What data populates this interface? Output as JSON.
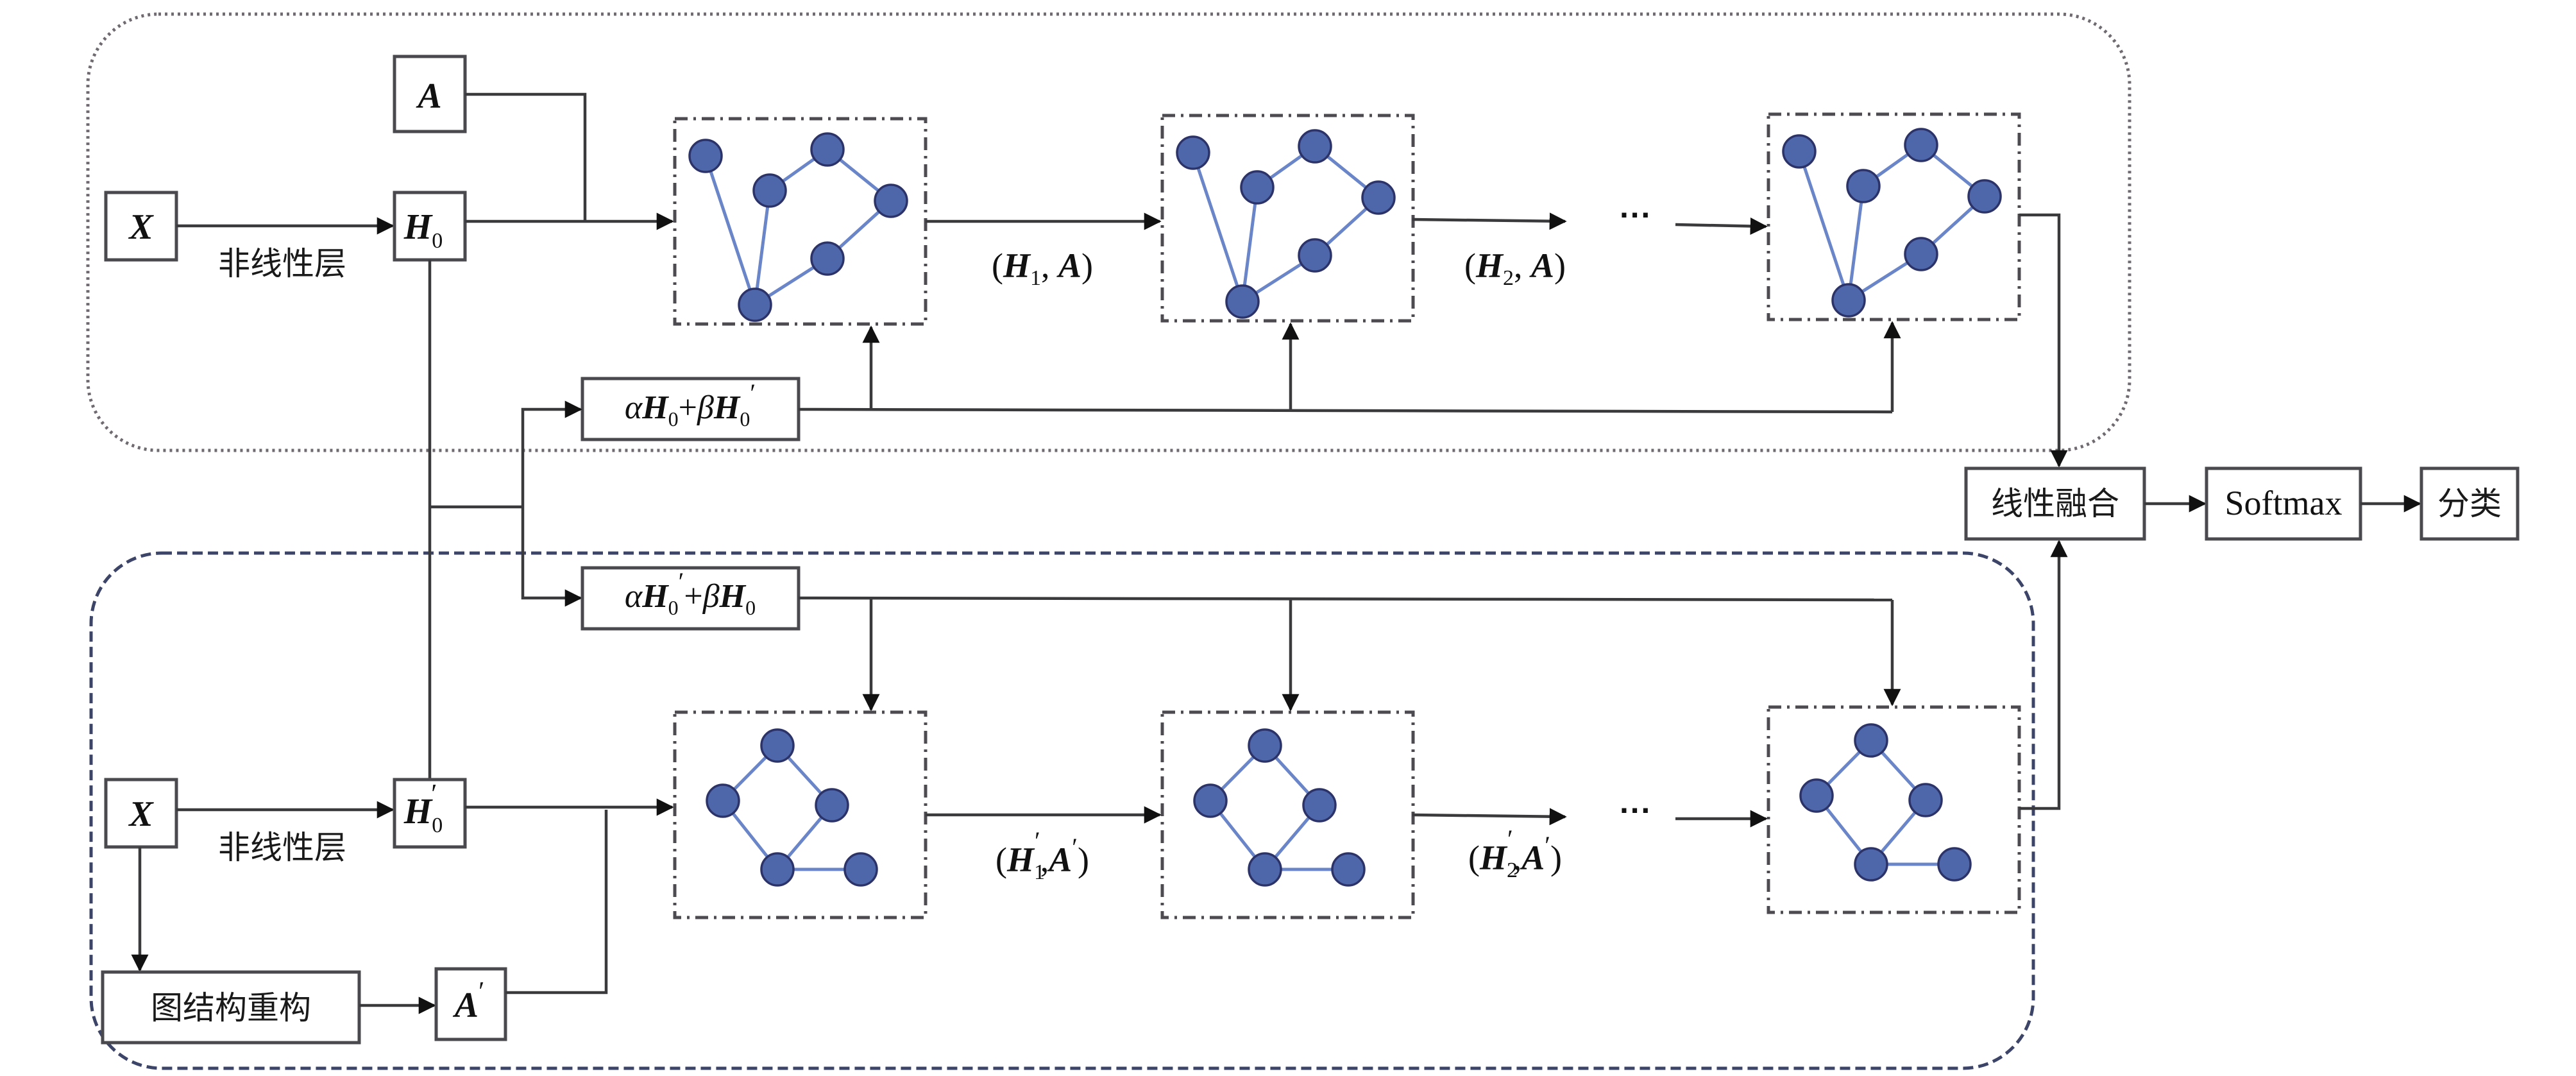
{
  "diagram": {
    "top_branch": {
      "input_label": "X",
      "nonlinear_layer_label": "非线性层",
      "h0_symbol": "H",
      "h0_subscript": "0",
      "adjacency_label": "A",
      "mix_box": {
        "alpha": "α",
        "h_a": "H",
        "h_a_sub": "0",
        "h_a_prime": "",
        "plus": "+",
        "beta": "β",
        "h_b": "H",
        "h_b_sub": "0",
        "h_b_prime": "′"
      },
      "step_labels": [
        {
          "open": "(",
          "h": "H",
          "sub": "1",
          "prime": "",
          "comma": ",",
          "a": "A",
          "a_prime": "",
          "close": ")"
        },
        {
          "open": "(",
          "h": "H",
          "sub": "2",
          "prime": "",
          "comma": ",",
          "a": "A",
          "a_prime": "",
          "close": ")"
        }
      ],
      "ellipsis": "···",
      "graph_panels": 3,
      "graph_type": "graph-original"
    },
    "bottom_branch": {
      "input_label": "X",
      "nonlinear_layer_label": "非线性层",
      "h0_symbol": "H",
      "h0_subscript": "0",
      "h0_prime": "′",
      "reconstruct_label": "图结构重构",
      "adjacency_label": "A",
      "adjacency_prime": "′",
      "mix_box": {
        "alpha": "α",
        "h_a": "H",
        "h_a_sub": "0",
        "h_a_prime": "′",
        "plus": "+",
        "beta": "β",
        "h_b": "H",
        "h_b_sub": "0",
        "h_b_prime": ""
      },
      "step_labels": [
        {
          "open": "(",
          "h": "H",
          "sub": "1",
          "prime": "′",
          "comma": ",",
          "a": "A",
          "a_prime": "′",
          "close": ")"
        },
        {
          "open": "(",
          "h": "H",
          "sub": "2",
          "prime": "′",
          "comma": ",",
          "a": "A",
          "a_prime": "′",
          "close": ")"
        }
      ],
      "ellipsis": "···",
      "graph_panels": 3,
      "graph_type": "graph-reconstructed"
    },
    "output": {
      "fusion_label": "线性融合",
      "softmax_label": "Softmax",
      "classify_label": "分类"
    },
    "colors": {
      "node_fill": "#4d67aa",
      "node_stroke": "#2c3368",
      "edge": "#6a86c8",
      "top_container": "#6f6a70",
      "bottom_container": "#3c4468"
    }
  }
}
